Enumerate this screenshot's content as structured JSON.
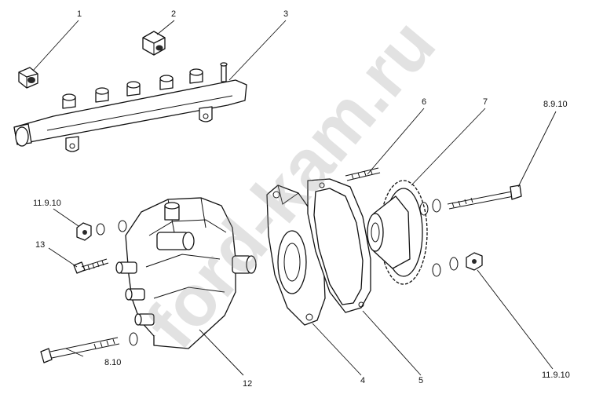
{
  "diagram": {
    "watermark": "ford-kam.ru",
    "callouts": {
      "c1": "1",
      "c2": "2",
      "c3": "3",
      "c4": "4",
      "c5": "5",
      "c6": "6",
      "c7": "7",
      "c8": "8.9.10",
      "c9": "11.9.10",
      "c10": "11.9.10",
      "c11": "13",
      "c12": "8.10",
      "c13": "12"
    }
  }
}
